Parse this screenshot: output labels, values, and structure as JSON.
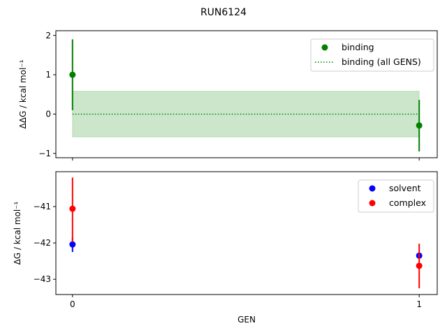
{
  "chart_data": {
    "title": "RUN6124",
    "xlabel": "GEN",
    "xlim": [
      -0.048,
      1.052
    ],
    "xticks": [
      0,
      1
    ],
    "panels": [
      {
        "type": "scatter",
        "ylabel": "ΔΔG / kcal mol⁻¹",
        "ylim": [
          -1.11,
          2.12
        ],
        "yticks": [
          -1,
          0,
          1,
          2
        ],
        "legend_position": "top-right",
        "series": [
          {
            "name": "binding",
            "color": "#008000",
            "x": [
              0,
              1
            ],
            "y": [
              1.0,
              -0.29
            ],
            "yerr_low": [
              0.1,
              -0.95
            ],
            "yerr_high": [
              1.9,
              0.36
            ]
          },
          {
            "name": "binding (all GENS)",
            "style": "dotted-line",
            "color": "#008000",
            "value": 0.0,
            "band": [
              -0.58,
              0.58
            ]
          }
        ]
      },
      {
        "type": "scatter",
        "ylabel": "ΔG / kcal mol⁻¹",
        "ylim": [
          -43.42,
          -40.04
        ],
        "yticks": [
          -43,
          -42,
          -41
        ],
        "legend_position": "top-right",
        "series": [
          {
            "name": "solvent",
            "color": "#0000ff",
            "x": [
              0,
              1
            ],
            "y": [
              -42.04,
              -42.35
            ],
            "yerr_low": [
              -42.25,
              -42.4
            ],
            "yerr_high": [
              -41.85,
              -42.3
            ]
          },
          {
            "name": "complex",
            "color": "#ff0000",
            "x": [
              0,
              1
            ],
            "y": [
              -41.06,
              -42.63
            ],
            "yerr_low": [
              -41.98,
              -43.25
            ],
            "yerr_high": [
              -40.2,
              -42.02
            ]
          }
        ]
      }
    ]
  }
}
